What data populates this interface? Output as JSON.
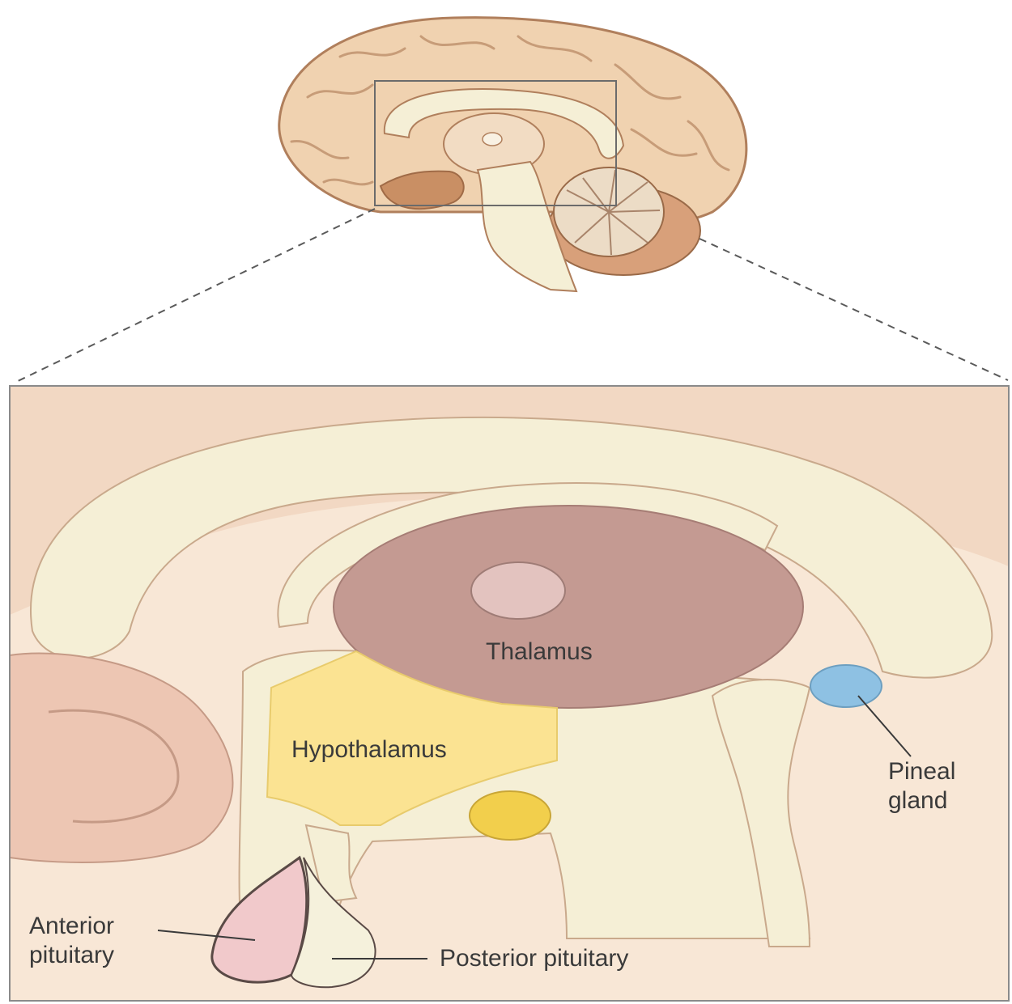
{
  "labels": {
    "thalamus": "Thalamus",
    "hypothalamus": "Hypothalamus",
    "pineal_line1": "Pineal",
    "pineal_line2": "gland",
    "anterior_line1": "Anterior",
    "anterior_line2": "pituitary",
    "posterior": "Posterior pituitary"
  },
  "colors": {
    "brain_tissue": "#f0d2b0",
    "brain_outline": "#b07f5c",
    "white_matter": "#f5efd6",
    "thalamus": "#c49a92",
    "hypothalamus": "#fbe392",
    "pineal": "#8ec1e3",
    "anterior_pituitary": "#f1c9cb",
    "posterior_pituitary": "#f5f1dc",
    "mammillary": "#f2cf4c"
  }
}
